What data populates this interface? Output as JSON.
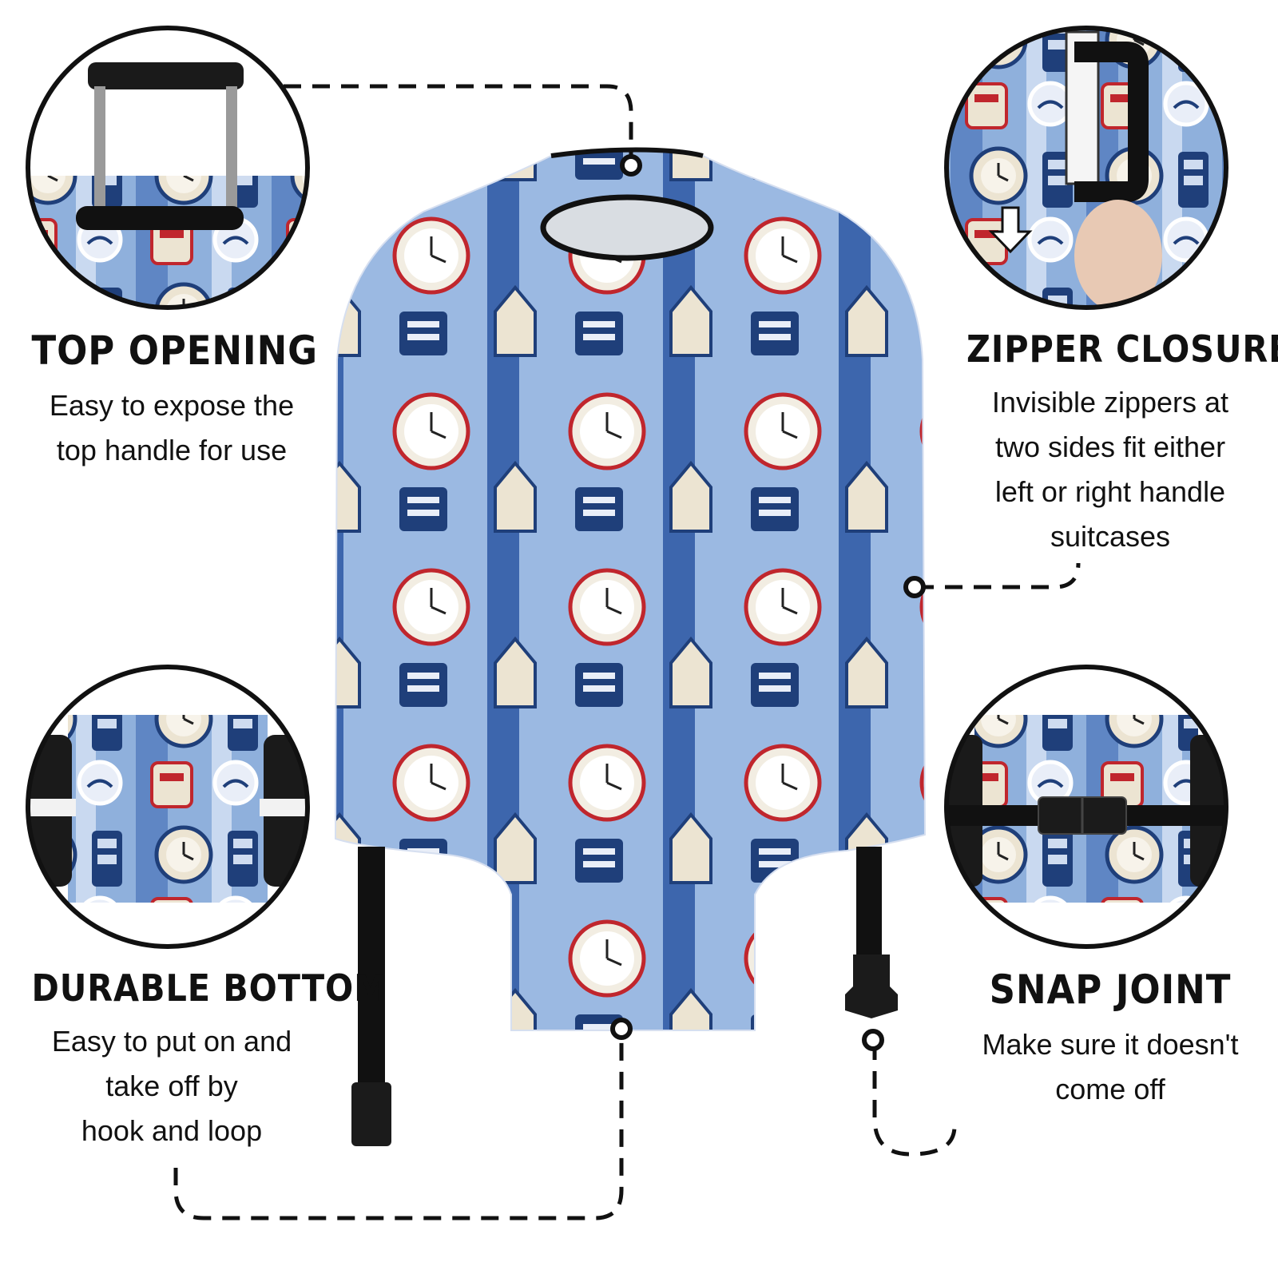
{
  "features": {
    "top_opening": {
      "title": "TOP OPENING",
      "desc": [
        "Easy to expose the",
        "top handle for use"
      ],
      "icon": "trolley-handle-closeup"
    },
    "zipper_closure": {
      "title": "ZIPPER CLOSURE",
      "desc": [
        "Invisible zippers at",
        "two sides fit either",
        "left or right handle",
        "suitcases"
      ],
      "icon": "side-handle-zipper-closeup"
    },
    "durable_bottom": {
      "title": "DURABLE BOTTOM",
      "desc": [
        "Easy to put on and",
        "take off by",
        "hook and loop"
      ],
      "icon": "wheels-bottom-closeup"
    },
    "snap_joint": {
      "title": "SNAP JOINT",
      "desc": [
        "Make sure it doesn't",
        "come off"
      ],
      "icon": "buckle-strap-closeup"
    }
  },
  "colors": {
    "navy": "#1f3f7a",
    "sky": "#8fb0dc",
    "pale": "#cfdcf0",
    "cream": "#ece4d2",
    "red": "#c0262d",
    "black": "#111111"
  }
}
